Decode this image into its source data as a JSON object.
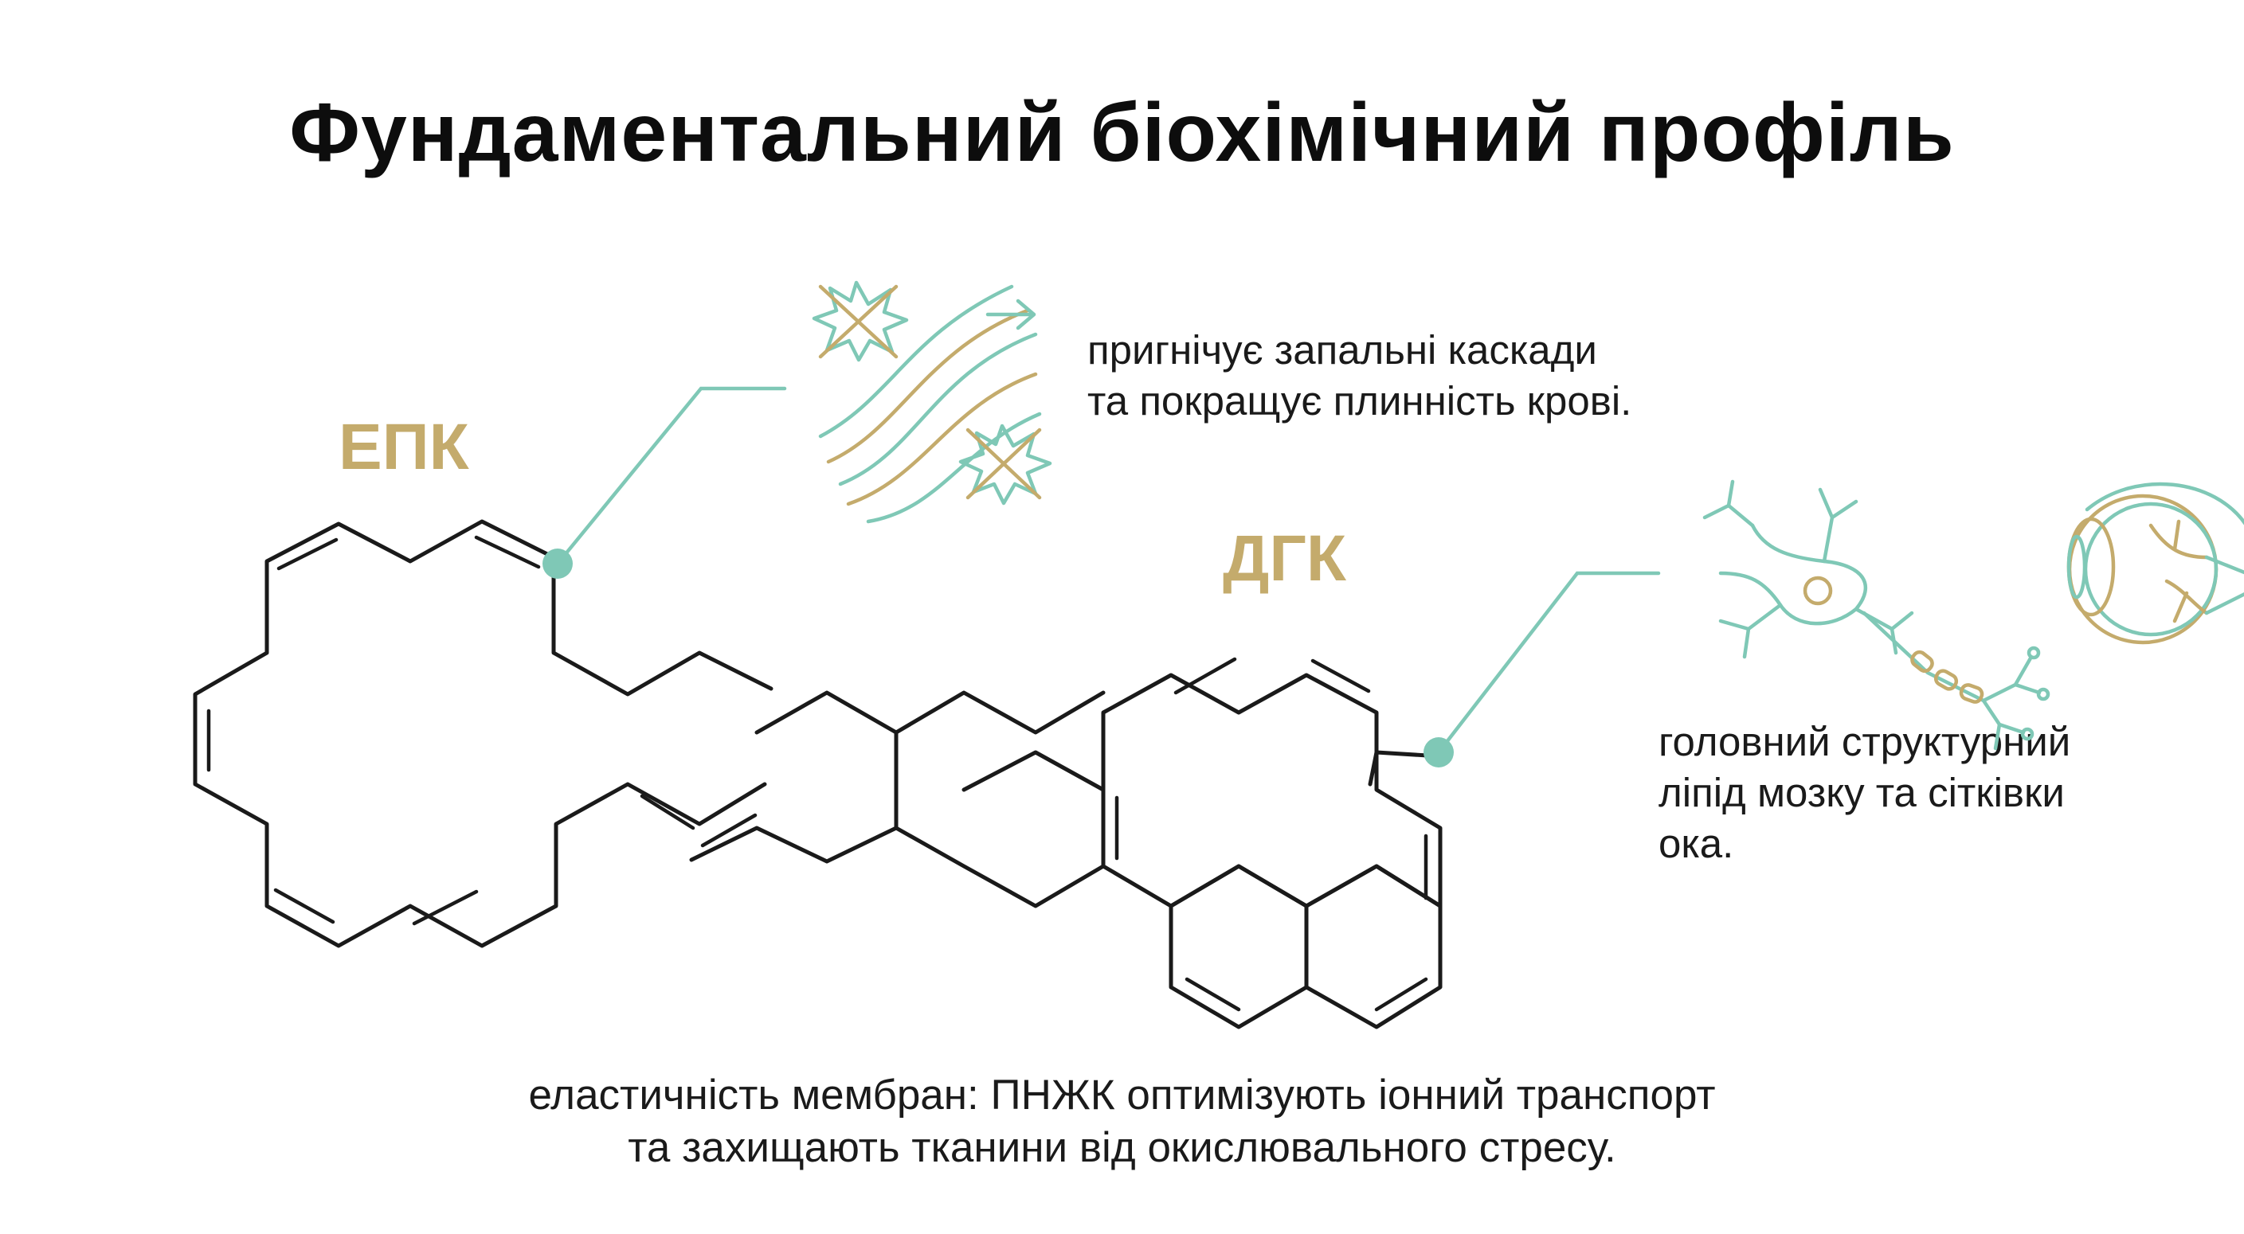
{
  "title": "Фундаментальний біохімічний профіль",
  "epk": {
    "label": "ЕПК",
    "description": [
      "пригнічує запальні каскади",
      "та покращує плинність крові."
    ],
    "icon": "blood-flow-anti-inflammation-icon"
  },
  "dgk": {
    "label": "ДГК",
    "description": [
      "головний структурний",
      "ліпід мозку та сітківки",
      "ока."
    ],
    "icons": [
      "neuron-icon",
      "eye-icon"
    ]
  },
  "footer": [
    "еластичність мембран: ПНЖК оптимізують іонний транспорт",
    "та захищають тканини від окислювального стресу."
  ],
  "colors": {
    "title": "#0d0d0d",
    "label_gold": "#c4ab6c",
    "teal": "#7fc8b6",
    "structure": "#1a1a1a"
  }
}
